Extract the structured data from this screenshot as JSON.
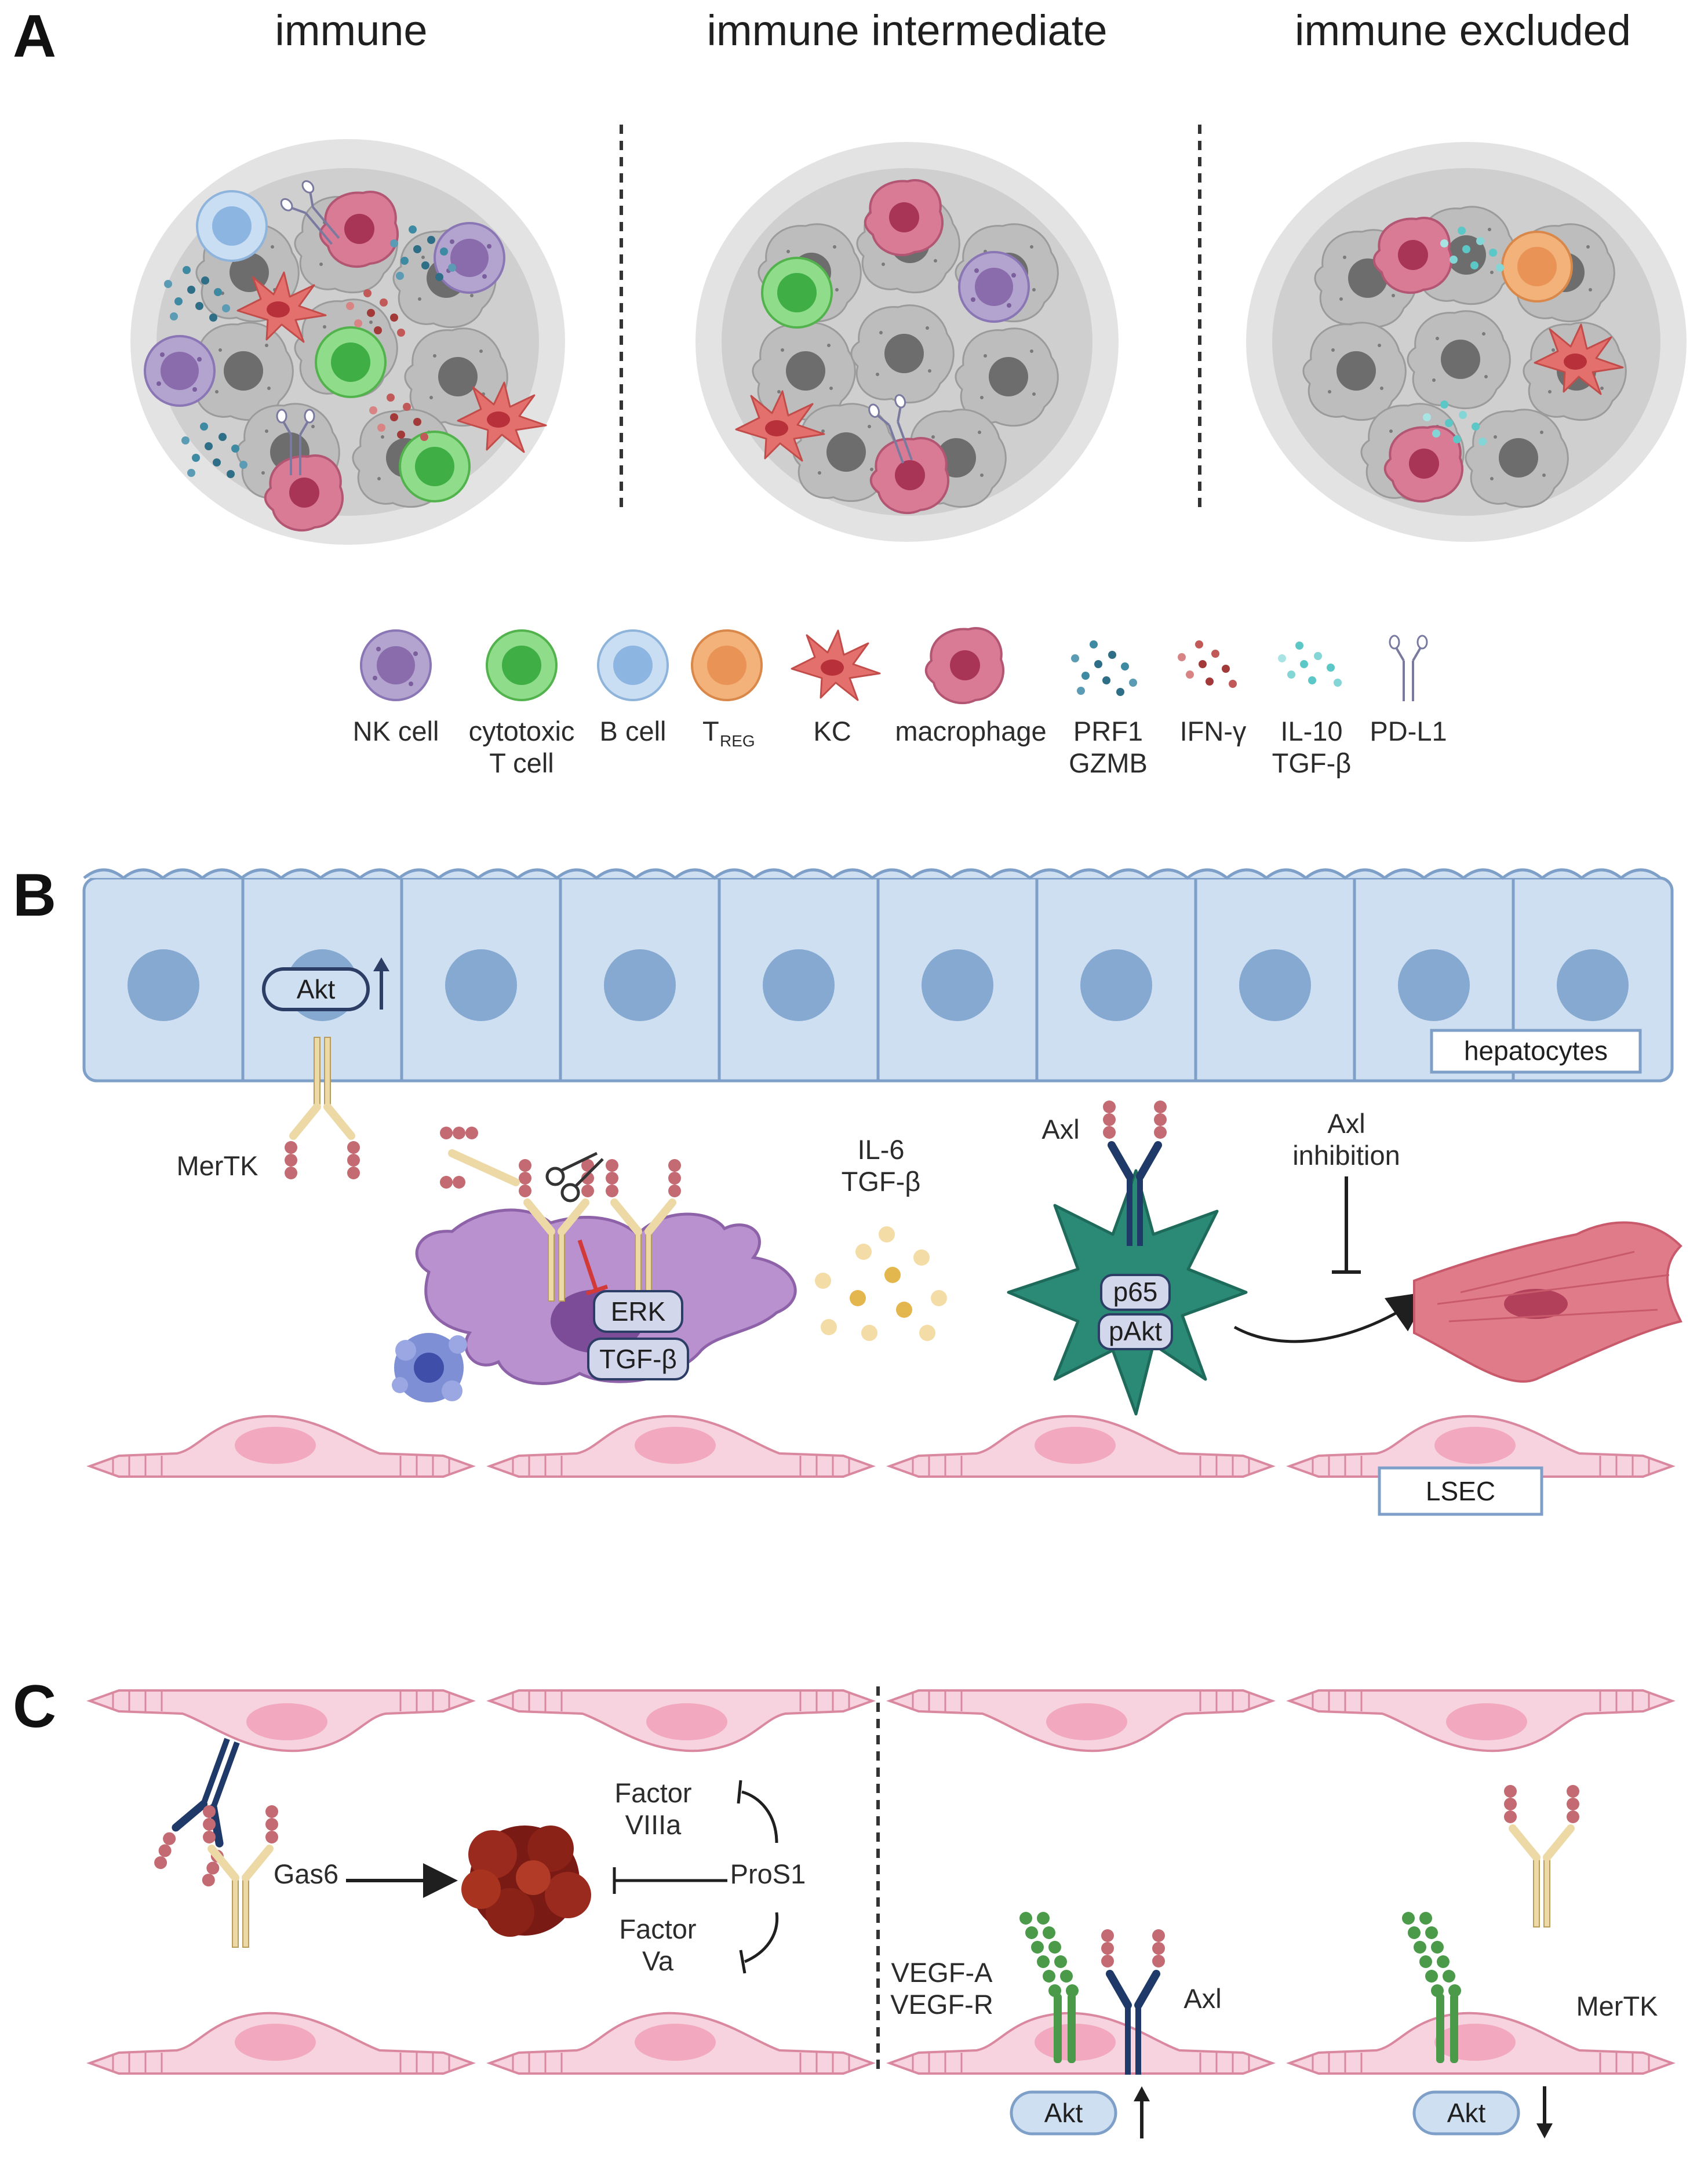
{
  "panels": {
    "a": "A",
    "b": "B",
    "c": "C"
  },
  "panel_a": {
    "titles": [
      "immune",
      "immune intermediate",
      "immune excluded"
    ],
    "legend": [
      {
        "key": "nk",
        "line1": "NK cell",
        "line2": ""
      },
      {
        "key": "ctl",
        "line1": "cytotoxic",
        "line2": "T cell"
      },
      {
        "key": "bcell",
        "line1": "B cell",
        "line2": ""
      },
      {
        "key": "treg",
        "line1": "T",
        "sub": "REG",
        "line2": ""
      },
      {
        "key": "kc",
        "line1": "KC",
        "line2": ""
      },
      {
        "key": "mac",
        "line1": "macrophage",
        "line2": ""
      },
      {
        "key": "prf1",
        "line1": "PRF1",
        "line2": "GZMB"
      },
      {
        "key": "ifng",
        "line1": "IFN-γ",
        "line2": ""
      },
      {
        "key": "il10",
        "line1": "IL-10",
        "line2": "TGF-β"
      },
      {
        "key": "pdl1",
        "line1": "PD-L1",
        "line2": ""
      }
    ]
  },
  "panel_b": {
    "hepatocytes_label": "hepatocytes",
    "akt": "Akt",
    "mertk": "MerTK",
    "erk": "ERK",
    "tgfb_box": "TGF-β",
    "cytokines": [
      "IL-6",
      "TGF-β"
    ],
    "axl": "Axl",
    "p65": "p65",
    "pakt": "pAkt",
    "axl_inhibition": [
      "Axl",
      "inhibition"
    ],
    "lsec_label": "LSEC"
  },
  "panel_c": {
    "gas6": "Gas6",
    "pros1": "ProS1",
    "factor_viiia": [
      "Factor",
      "VIIIa"
    ],
    "factor_va": [
      "Factor",
      "Va"
    ],
    "vegf": [
      "VEGF-A",
      "VEGF-R"
    ],
    "axl": "Axl",
    "mertk": "MerTK",
    "akt_left": "Akt",
    "akt_right": "Akt"
  },
  "colors": {
    "hepatocyte_fill": "#cfdff2",
    "hepatocyte_nucleus": "#86a9d1",
    "lsec_fill": "#f7d3df",
    "macrophage": "#b991cf",
    "dc_teal": "#2b8a76",
    "fibroblast": "#e07b8a",
    "receptor_tan": "#ecd9a6",
    "receptor_navy": "#1f3a68",
    "ligand_red": "#c46a73",
    "vegf_green": "#4a9a4a",
    "tumor_gray": "#a8a8a8"
  }
}
